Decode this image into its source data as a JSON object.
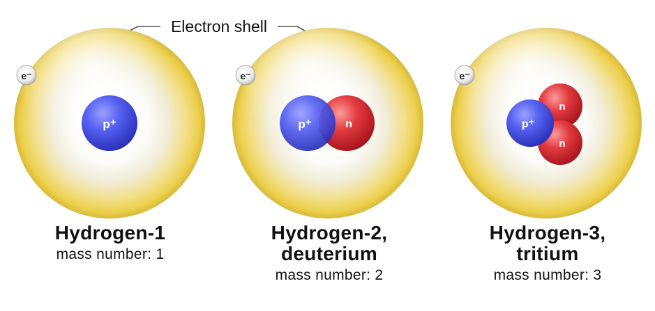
{
  "callout_label": "Electron shell",
  "atoms": [
    {
      "name_lines": [
        "Hydrogen-1"
      ],
      "mass_label": "mass number: 1",
      "electron_label": "e⁻",
      "particles": [
        {
          "kind": "proton",
          "label": "p⁺"
        }
      ]
    },
    {
      "name_lines": [
        "Hydrogen-2,",
        "deuterium"
      ],
      "mass_label": "mass number: 2",
      "electron_label": "e⁻",
      "particles": [
        {
          "kind": "neutron",
          "label": "n"
        },
        {
          "kind": "proton",
          "label": "p⁺"
        }
      ]
    },
    {
      "name_lines": [
        "Hydrogen-3,",
        "tritium"
      ],
      "mass_label": "mass number: 3",
      "electron_label": "e⁻",
      "particles": [
        {
          "kind": "neutron",
          "label": "n"
        },
        {
          "kind": "neutron",
          "label": "n"
        },
        {
          "kind": "proton",
          "label": "p⁺"
        }
      ]
    }
  ],
  "colors": {
    "shell_outer": "#efd24a",
    "shell_inner": "#ffffff",
    "proton": "#4b55e8",
    "neutron": "#e0343c",
    "electron": "#f3f3f3",
    "callout_line": "#333333"
  }
}
